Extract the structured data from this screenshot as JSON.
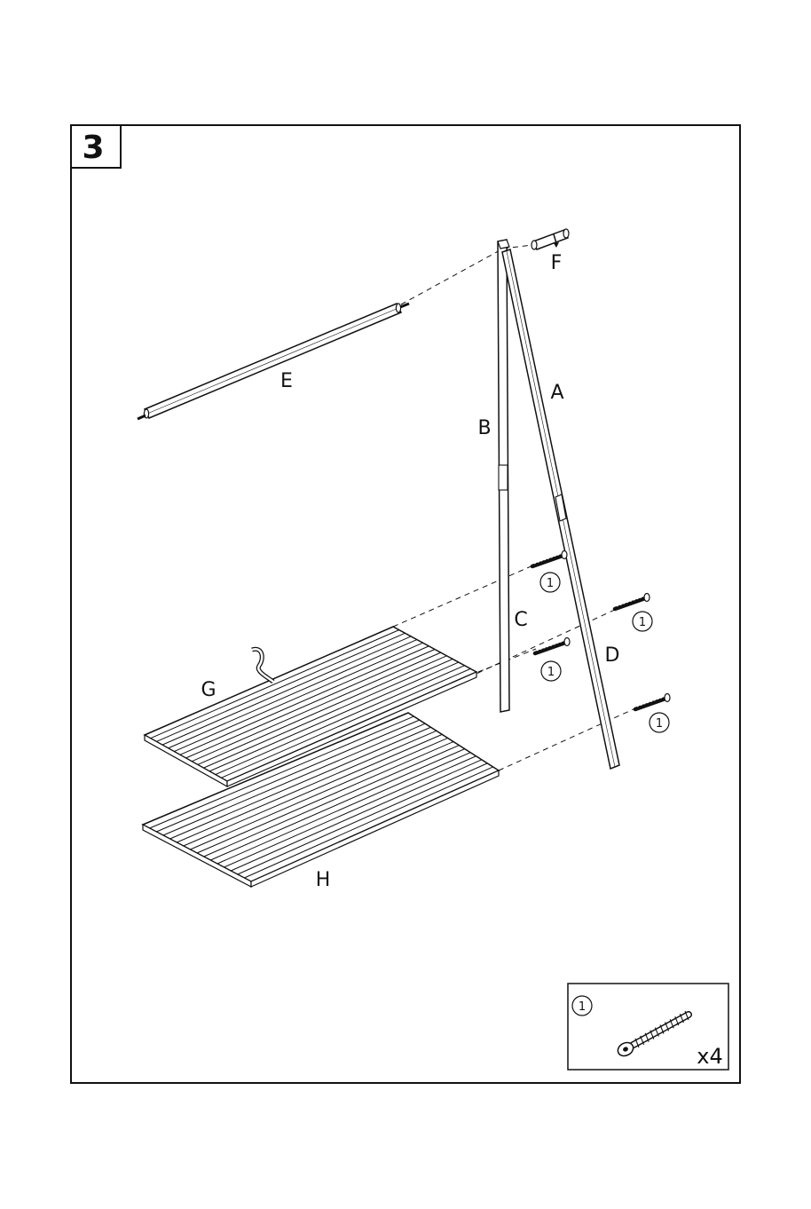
{
  "step": {
    "number": "3"
  },
  "parts": {
    "A": "A",
    "B": "B",
    "C": "C",
    "D": "D",
    "E": "E",
    "F": "F",
    "G": "G",
    "H": "H"
  },
  "screw_callout": "1",
  "hardware": {
    "item_number": "1",
    "quantity": "x4"
  }
}
